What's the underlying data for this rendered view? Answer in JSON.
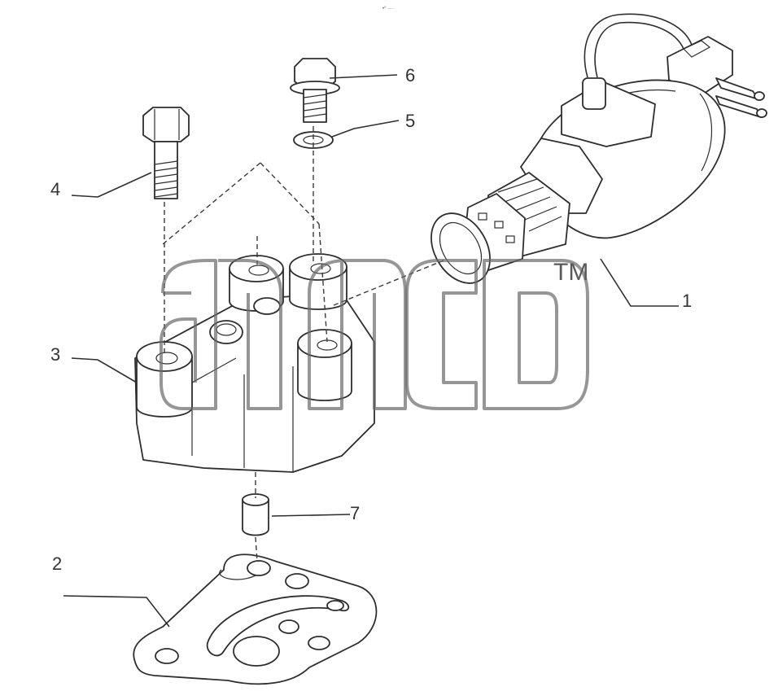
{
  "header_mark": "•° ····",
  "watermark": {
    "trademark": "TM"
  },
  "callouts": [
    "1",
    "2",
    "3",
    "4",
    "5",
    "6",
    "7"
  ]
}
